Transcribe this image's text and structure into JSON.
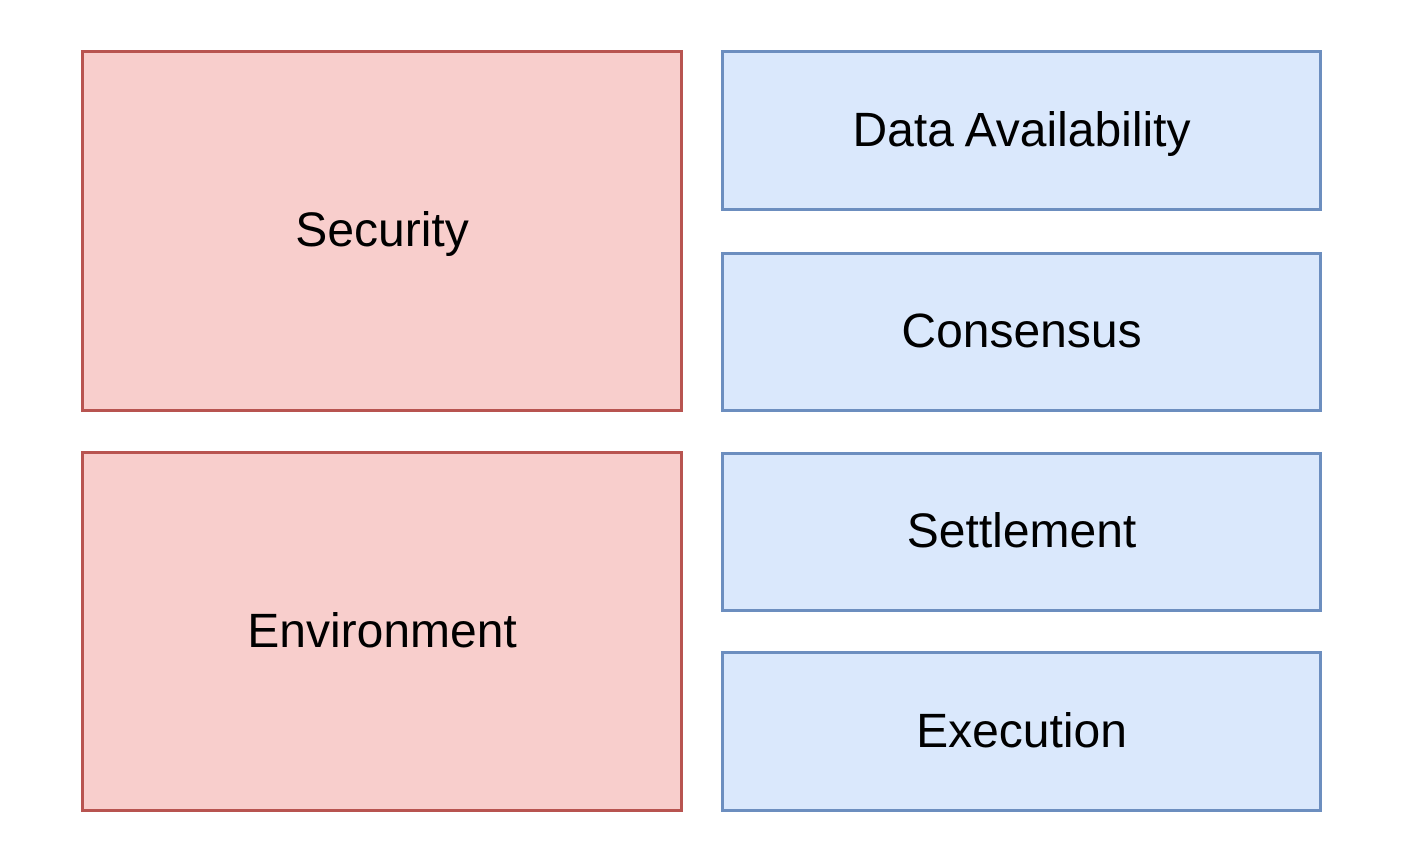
{
  "diagram": {
    "nodes": {
      "security": {
        "label": "Security"
      },
      "environment": {
        "label": "Environment"
      },
      "data_availability": {
        "label": "Data Availability"
      },
      "consensus": {
        "label": "Consensus"
      },
      "settlement": {
        "label": "Settlement"
      },
      "execution": {
        "label": "Execution"
      }
    },
    "colors": {
      "red_fill": "#f8cecc",
      "red_stroke": "#b85450",
      "blue_fill": "#dae8fc",
      "blue_stroke": "#6c8ebf",
      "text": "#000000",
      "background": "#ffffff"
    }
  }
}
